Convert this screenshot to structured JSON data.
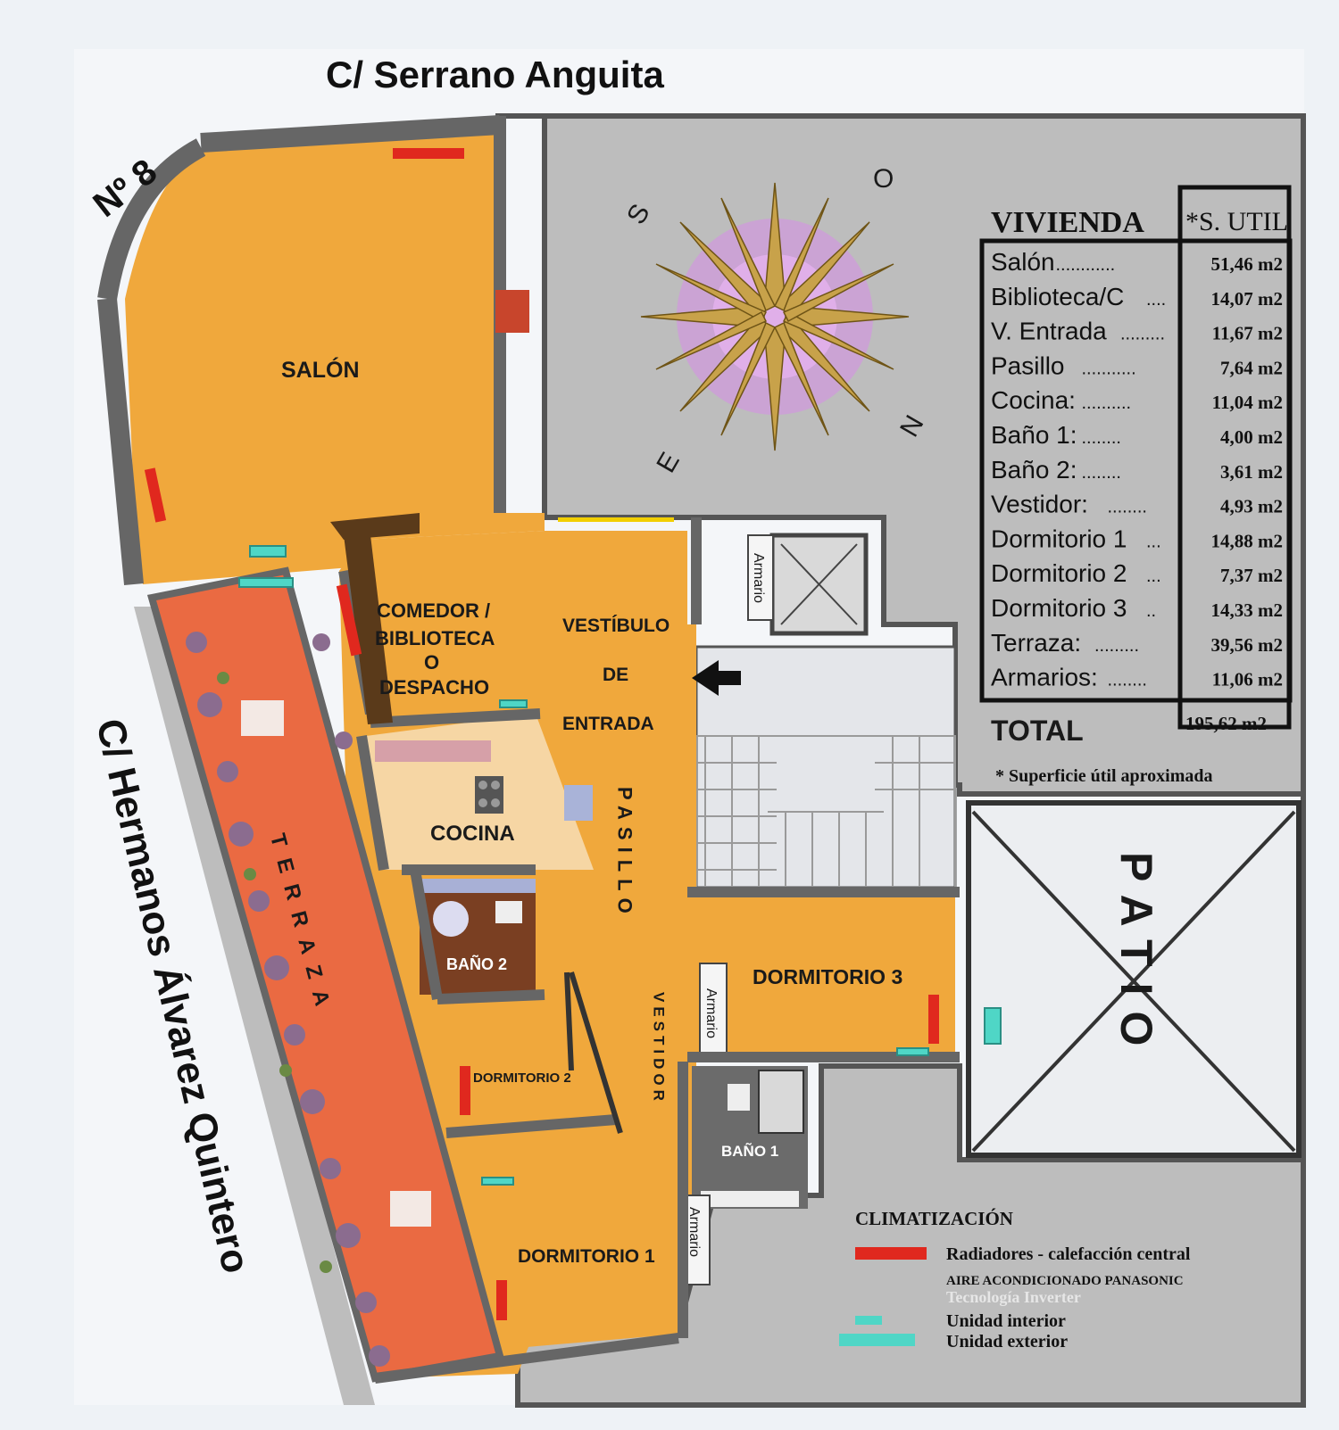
{
  "streets": {
    "top": "C/ Serrano Anguita",
    "number": "Nº 8",
    "left": "C/ Hermanos Álvarez Quintero"
  },
  "rooms": {
    "salon": "SALÓN",
    "comedor_1": "COMEDOR /",
    "comedor_2": "BIBLIOTECA",
    "comedor_3": "O",
    "comedor_4": "DESPACHO",
    "vestibulo_1": "VESTÍBULO",
    "vestibulo_2": "DE",
    "vestibulo_3": "ENTRADA",
    "cocina": "COCINA",
    "pasillo": "PASILLO",
    "terraza": "TERRAZA",
    "bano_2": "BAÑO 2",
    "bano_1": "BAÑO 1",
    "dormitorio_1": "DORMITORIO 1",
    "dormitorio_2": "DORMITORIO 2",
    "dormitorio_3": "DORMITORIO 3",
    "vestidor": "VESTIDOR",
    "armario": "Armario",
    "patio": "PATIO"
  },
  "compass": {
    "s": "S",
    "o": "O",
    "e": "E",
    "n": "N"
  },
  "table": {
    "title": "VIVIENDA",
    "column_header": "*S. UTIL",
    "rows": [
      {
        "label": "Salón",
        "leader": "............",
        "value": "51,46 m2"
      },
      {
        "label": "Biblioteca/C",
        "leader": "....",
        "value": "14,07 m2"
      },
      {
        "label": "V. Entrada",
        "leader": ".........",
        "value": "11,67 m2"
      },
      {
        "label": "Pasillo",
        "leader": "...........",
        "value": "7,64 m2"
      },
      {
        "label": "Cocina:",
        "leader": "..........",
        "value": "11,04 m2"
      },
      {
        "label": "Baño 1:",
        "leader": "........",
        "value": "4,00 m2"
      },
      {
        "label": "Baño 2:",
        "leader": "........",
        "value": "3,61 m2"
      },
      {
        "label": "Vestidor:",
        "leader": "........",
        "value": "4,93 m2"
      },
      {
        "label": "Dormitorio 1",
        "leader": "...",
        "value": "14,88 m2"
      },
      {
        "label": "Dormitorio 2",
        "leader": "...",
        "value": "7,37 m2"
      },
      {
        "label": "Dormitorio 3",
        "leader": "..",
        "value": "14,33 m2"
      },
      {
        "label": "Terraza:",
        "leader": ".........",
        "value": "39,56 m2"
      },
      {
        "label": "Armarios:",
        "leader": "........",
        "value": "11,06 m2"
      }
    ],
    "total_label": "TOTAL",
    "total_value": "195,62 m2",
    "footnote": "* Superficie útil aproximada"
  },
  "legend": {
    "title": "CLIMATIZACIÓN",
    "radiadores": "Radiadores - calefacción central",
    "aire": "AIRE ACONDICIONADO PANASONIC",
    "tecnologia": "Tecnología Inverter",
    "interior": "Unidad interior",
    "exterior": "Unidad exterior"
  },
  "colors": {
    "floor": "#f0a83c",
    "terrace": "#ea6a42",
    "kitchen": "#f6d6a4",
    "wall": "#666666",
    "common": "#bdbdbd",
    "radiator": "#e0281e",
    "ac_unit": "#4fd6c6"
  }
}
